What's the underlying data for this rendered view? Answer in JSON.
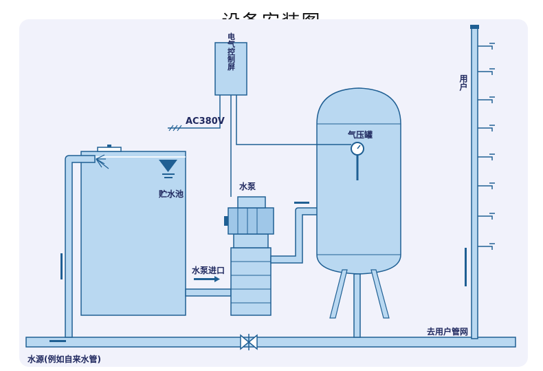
{
  "title": "设备安装图",
  "labels": {
    "control_box": "电气控制屏",
    "power": "AC380V",
    "pressure_tank": "气压罐",
    "storage_tank": "贮水池",
    "pump": "水泵",
    "pump_inlet": "水泵进口",
    "user": "用户",
    "to_network": "去用户管网",
    "water_source": "水源(例如自来水管)"
  },
  "colors": {
    "background": "#f3f3fb",
    "fill": "#b9d8f1",
    "line": "#1f5f93",
    "text": "#20295f"
  }
}
